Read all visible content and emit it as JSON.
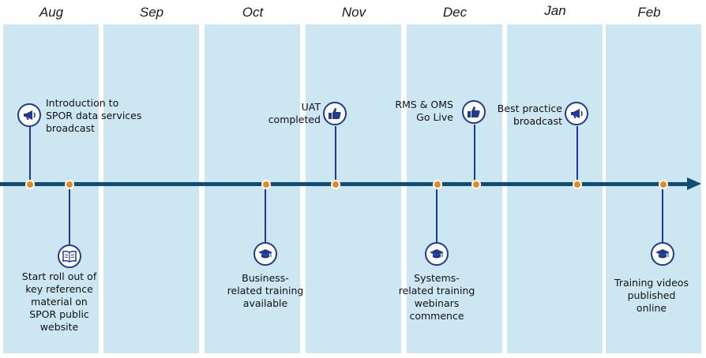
{
  "months": [
    "Aug",
    "Sep",
    "Oct",
    "Nov",
    "Dec",
    "Jan",
    "Feb"
  ],
  "events": {
    "intro_broadcast": "Introduction to\nSPOR data services\nbroadcast",
    "roll_out": "Start roll out of\nkey reference\nmaterial on\nSPOR public\nwebsite",
    "business_training": "Business-\nrelated training\navailable",
    "uat": "UAT\ncompleted",
    "go_live": "RMS & OMS\nGo Live",
    "best_practice": "Best practice\nbroadcast",
    "webinars": "Systems-\nrelated training\nwebinars\ncommence",
    "videos": "Training videos\npublished\nonline"
  },
  "icons": {
    "intro_broadcast": "megaphone-icon",
    "roll_out": "book-icon",
    "business_training": "graduation-cap-icon",
    "uat": "thumbs-up-icon",
    "go_live": "thumbs-up-icon",
    "best_practice": "megaphone-icon",
    "webinars": "graduation-cap-icon",
    "videos": "graduation-cap-icon"
  },
  "colors": {
    "column": "#cce6f2",
    "axis": "#0e4f73",
    "marker": "#e8891b",
    "icon": "#1f3a93"
  }
}
